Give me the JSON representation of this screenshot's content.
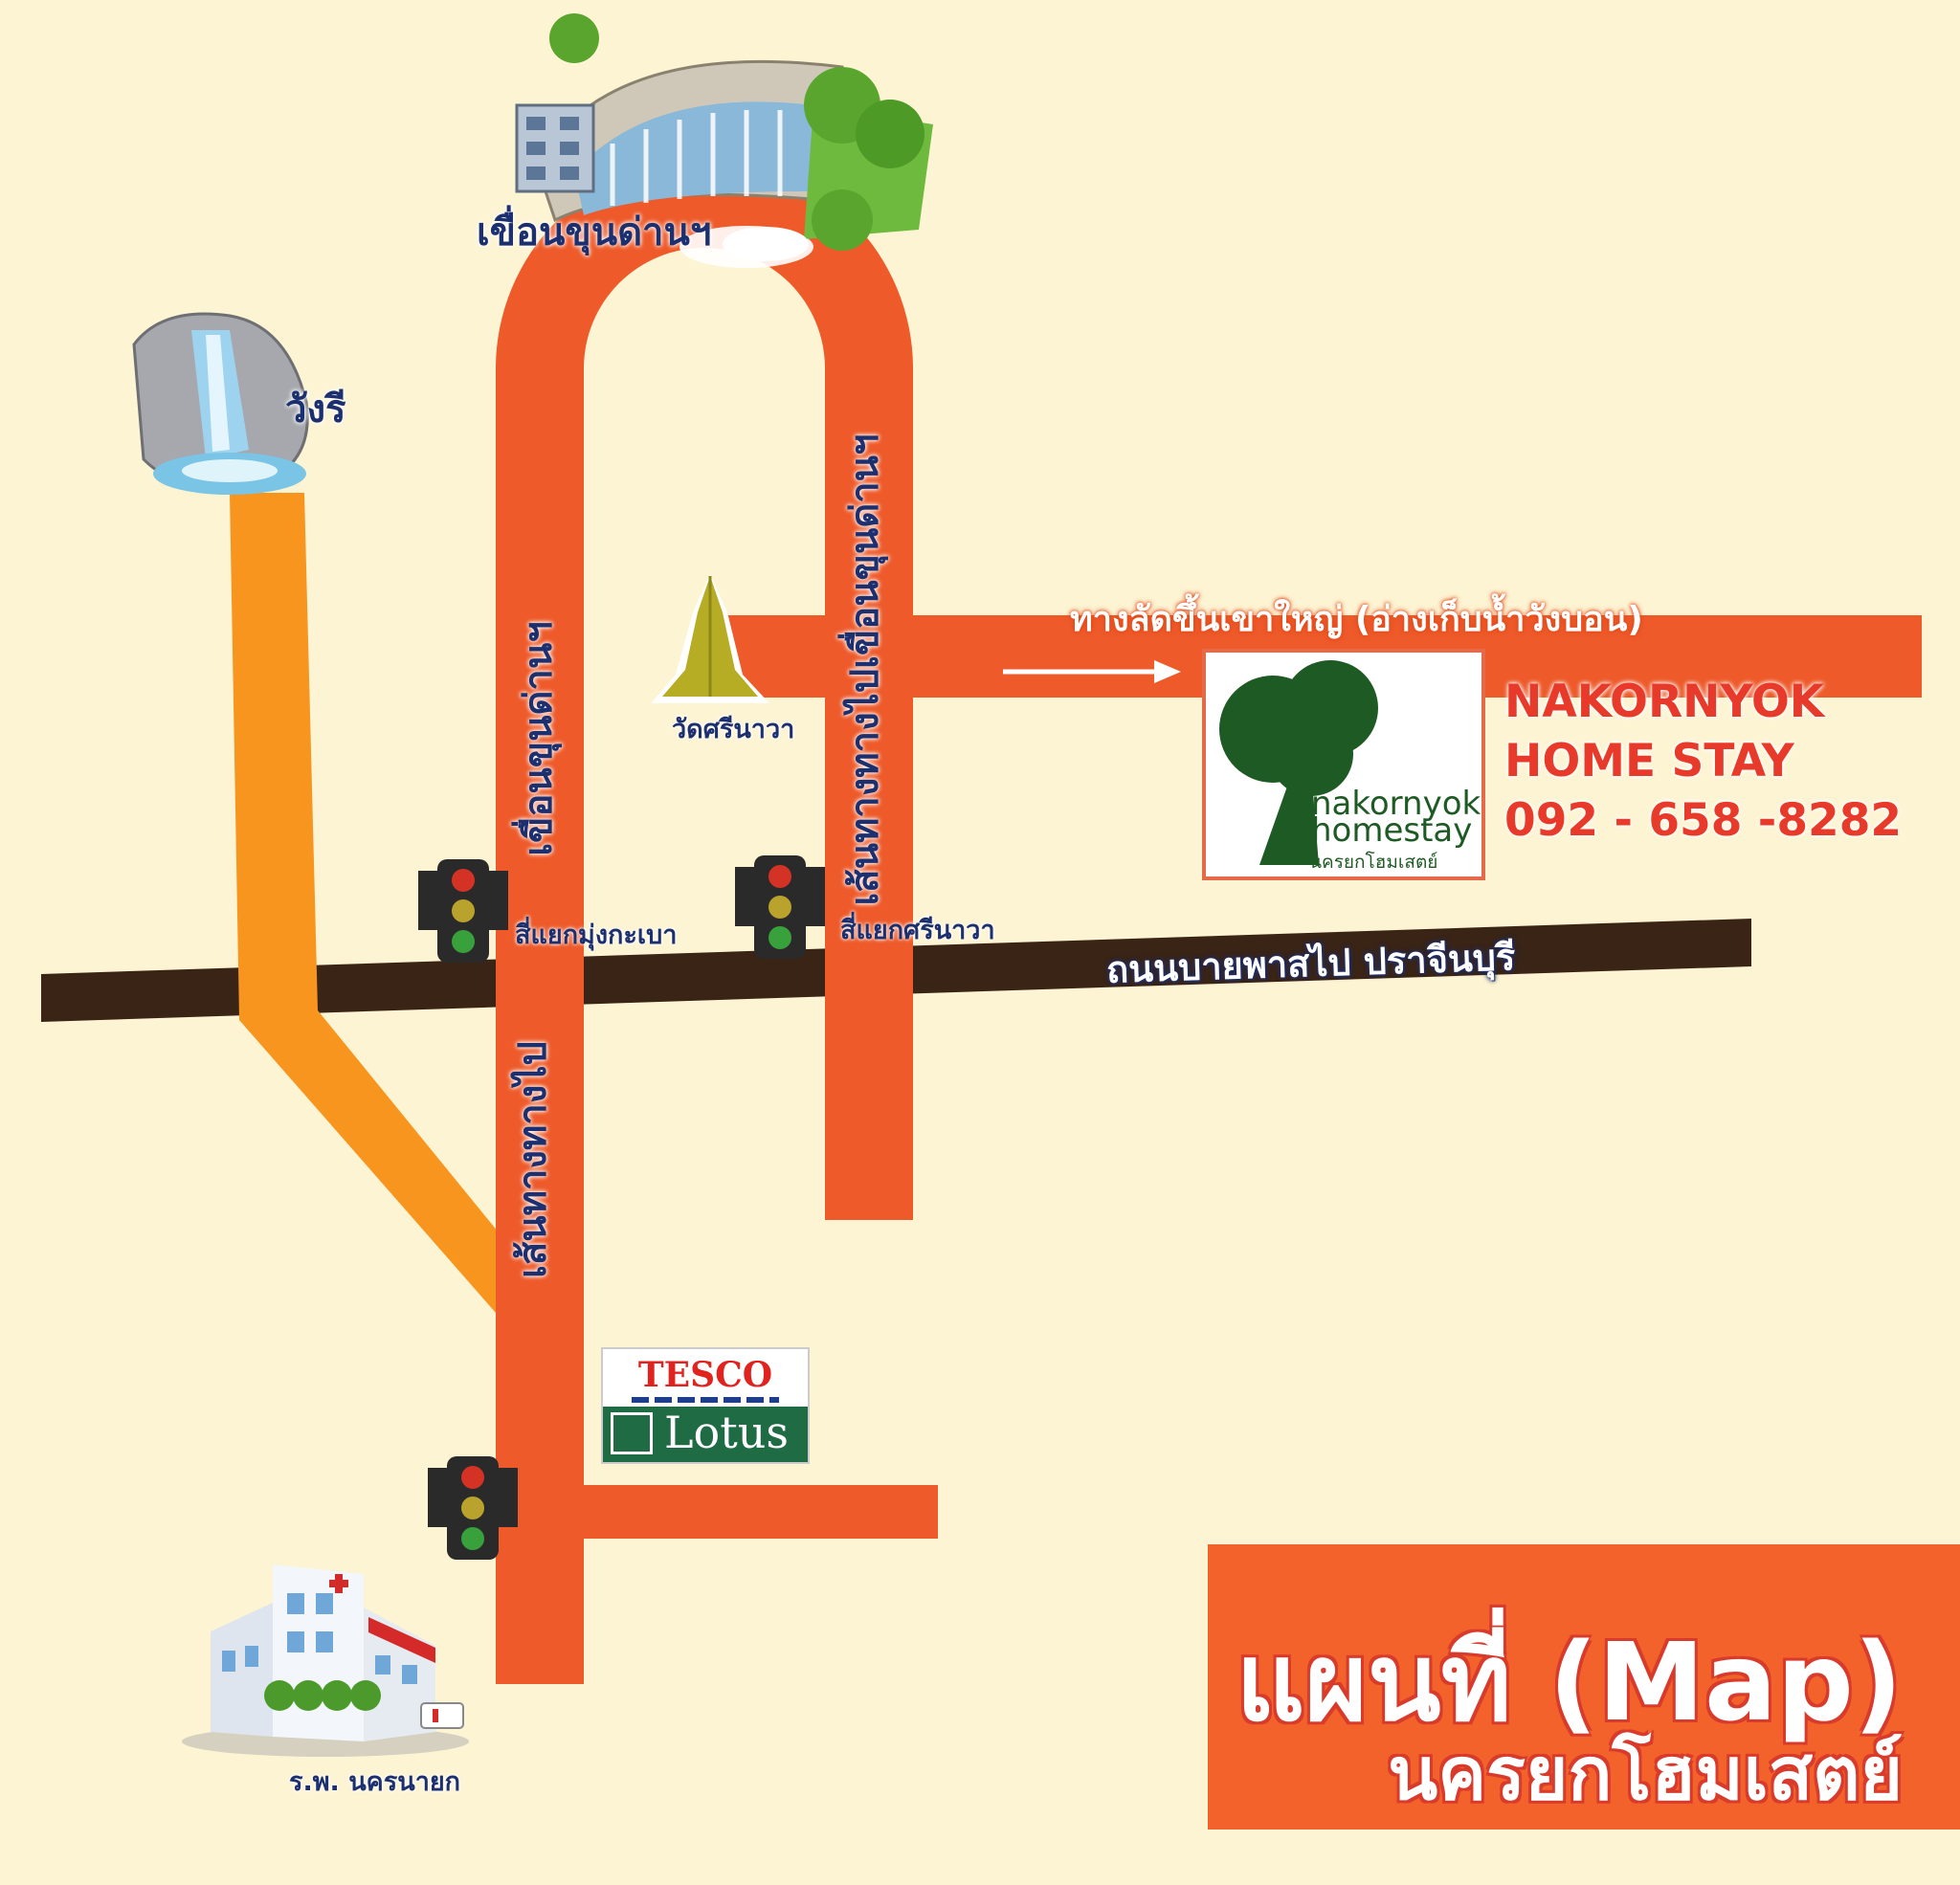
{
  "map": {
    "title": "แผนที่ (Map)",
    "subtitle": "นครยกโฮมเสตย์",
    "landmarks": {
      "dam": "เขื่อนขุนด่านฯ",
      "waterfall": "วังรี",
      "temple": "วัดศรีนาวา",
      "hospital": "ร.พ. นครนายก"
    },
    "roads": {
      "left_vertical_upper": "เขื่อนขุนด่านฯ",
      "left_vertical_lower": "เส้นทางทางไป",
      "right_vertical": "เส้นทางทางไปเขื่อนขุนด่านฯ",
      "shortcut": "ทางลัดขึ้นเขาใหญ่ (อ่างเก็บน้ำวังบอน)",
      "bypass": "ถนนบายพาสไป ปราจีนบุรี"
    },
    "intersections": {
      "left": "สี่แยกมุ่งกะเบา",
      "right": "สี่แยกศรีนาวา"
    },
    "homestay": {
      "name_line1": "NAKORNYOK",
      "name_line2": "HOME STAY",
      "phone": "092 - 658 -8282",
      "logo_line1": "nakornyok",
      "logo_line2": "homestay",
      "logo_thai": "นครยกโฮมเสตย์"
    },
    "store": {
      "brand_top": "TESCO",
      "brand_bottom": "Lotus"
    },
    "colors": {
      "background": "#fdf4d3",
      "main_road": "#ee5a2a",
      "side_road": "#f7951f",
      "bypass_road": "#3a2416",
      "text_navy": "#1c2f6e",
      "brand_red": "#e83a2a",
      "title_box": "#f2622a"
    },
    "icons": [
      "dam-icon",
      "waterfall-icon",
      "temple-icon",
      "traffic-light-icon",
      "hospital-icon",
      "tree-logo-icon",
      "arrow-right-icon"
    ]
  }
}
